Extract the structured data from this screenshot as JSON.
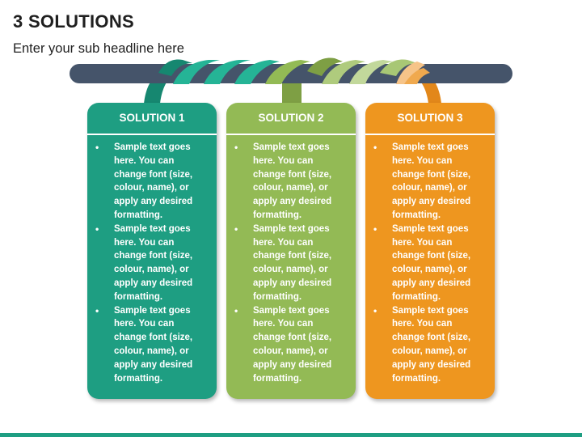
{
  "title": "3 SOLUTIONS",
  "subtitle": "Enter your sub headline here",
  "colors": {
    "rod": "#45546A",
    "teal": "#1E9E82",
    "green": "#93BA55",
    "orange": "#EE961F",
    "footer": "#1E9E82"
  },
  "cards": [
    {
      "heading": "SOLUTION 1",
      "bullets": [
        "Sample text goes here. You can change font (size, colour, name), or apply any desired formatting.",
        "Sample text goes here. You can change font (size, colour, name), or apply any desired formatting.",
        "Sample text goes here. You can change font (size, colour, name), or apply any desired formatting."
      ]
    },
    {
      "heading": "SOLUTION 2",
      "bullets": [
        "Sample text goes here. You can change font (size, colour, name), or apply any desired formatting.",
        "Sample text goes here. You can change font (size, colour, name), or apply any desired formatting.",
        "Sample text goes here. You can change font (size, colour, name), or apply any desired formatting."
      ]
    },
    {
      "heading": "SOLUTION 3",
      "bullets": [
        "Sample text goes here. You can change font (size, colour, name), or apply any desired formatting.",
        "Sample text goes here. You can change font (size, colour, name), or apply any desired formatting.",
        "Sample text goes here. You can change font (size, colour, name), or apply any desired formatting."
      ]
    }
  ]
}
